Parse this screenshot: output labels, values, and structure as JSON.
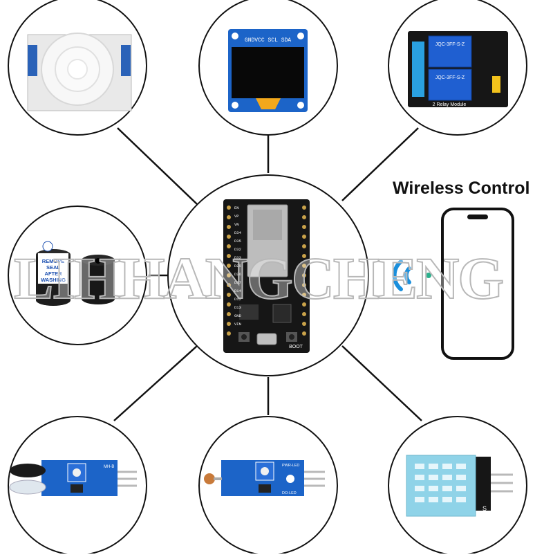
{
  "heading": "Wireless Control",
  "watermark": "LIHHANGCHENG",
  "modules": {
    "oled": {
      "pin_label": "GNDVCC SCL SDA"
    },
    "relay": {
      "label": "2 Relay Module",
      "relay_text": "JQC-3FF-S-Z"
    },
    "buzzer": {
      "sticker_lines": [
        "REMOVE",
        "SEAL",
        "AFTER",
        "WASHING"
      ]
    },
    "esp32": {
      "button_label": "BOOT",
      "pin_labels": [
        "EN",
        "VP",
        "VN",
        "D34",
        "D35",
        "D32",
        "D33",
        "D25",
        "D26",
        "D27",
        "D14",
        "D12",
        "D13",
        "GND",
        "VIN"
      ]
    },
    "ir_sensor": {
      "label": "MH-B"
    },
    "light_sensor": {
      "label_top": "PWR-LED",
      "label_bottom": "DO-LED"
    },
    "dht": {
      "label": "S"
    }
  },
  "colors": {
    "board_blue": "#1c64c8",
    "board_black": "#161616",
    "wifi_blue": "#1a8fdc",
    "sensor_cyan": "#8fd3e8",
    "line": "#111111"
  }
}
